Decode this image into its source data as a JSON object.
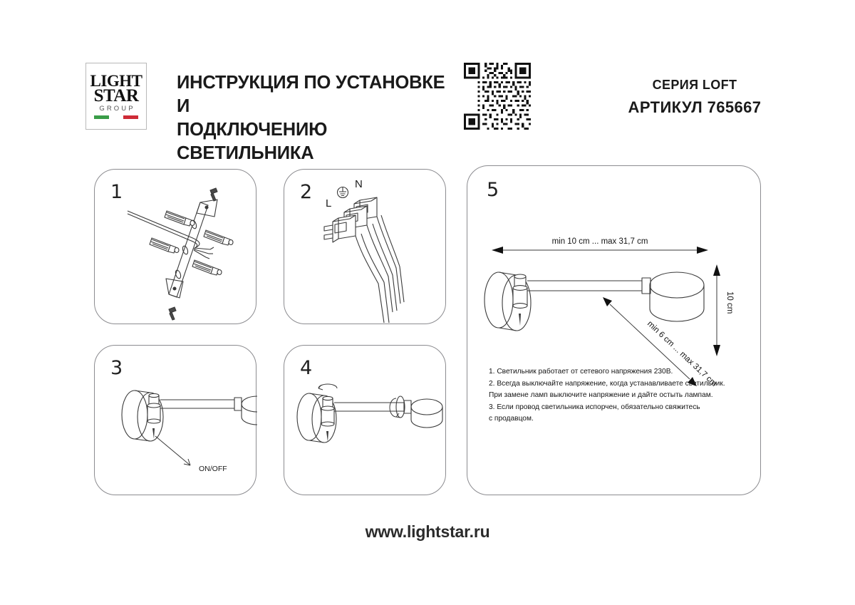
{
  "header": {
    "logo": {
      "line1": "LIGHT",
      "line2": "STAR",
      "line3": "GROUP",
      "flag_colors": [
        "#3a9d48",
        "#ffffff",
        "#ce2b37"
      ]
    },
    "title_line1": "ИНСТРУКЦИЯ ПО УСТАНОВКЕ И",
    "title_line2": "ПОДКЛЮЧЕНИЮ СВЕТИЛЬНИКА",
    "series": "СЕРИЯ LOFT",
    "article": "АРТИКУЛ 765667",
    "qr_alt": "qr-code"
  },
  "panels": [
    {
      "number": "1",
      "name": "bracket-mounting"
    },
    {
      "number": "2",
      "name": "terminal-wiring"
    },
    {
      "number": "3",
      "name": "switch-onoff"
    },
    {
      "number": "4",
      "name": "rotation-adjust"
    },
    {
      "number": "5",
      "name": "dimensions-and-notes"
    }
  ],
  "panel2_labels": {
    "live": "L",
    "neutral": "N",
    "earth": "earth-symbol"
  },
  "panel3_labels": {
    "switch": "ON/OFF"
  },
  "panel5": {
    "dim_horizontal": "min 10 cm ... max 31,7 cm",
    "dim_vertical": "10 cm",
    "dim_diagonal": "min 6 cm ... max 31,7 cm"
  },
  "notes": [
    "1. Светильник работает от сетевого напряжения 230В.",
    "2. Всегда выключайте напряжение, когда устанавливаете светильник.\nПри замене ламп выключите напряжение и дайте остыть лампам.",
    "3. Если провод светильника испорчен, обязательно свяжитесь\nс продавцом."
  ],
  "footer": {
    "website": "www.lightstar.ru"
  },
  "colors": {
    "line": "#3a3a3a",
    "panel_border": "#8c8c90",
    "text": "#1a1a1a"
  }
}
